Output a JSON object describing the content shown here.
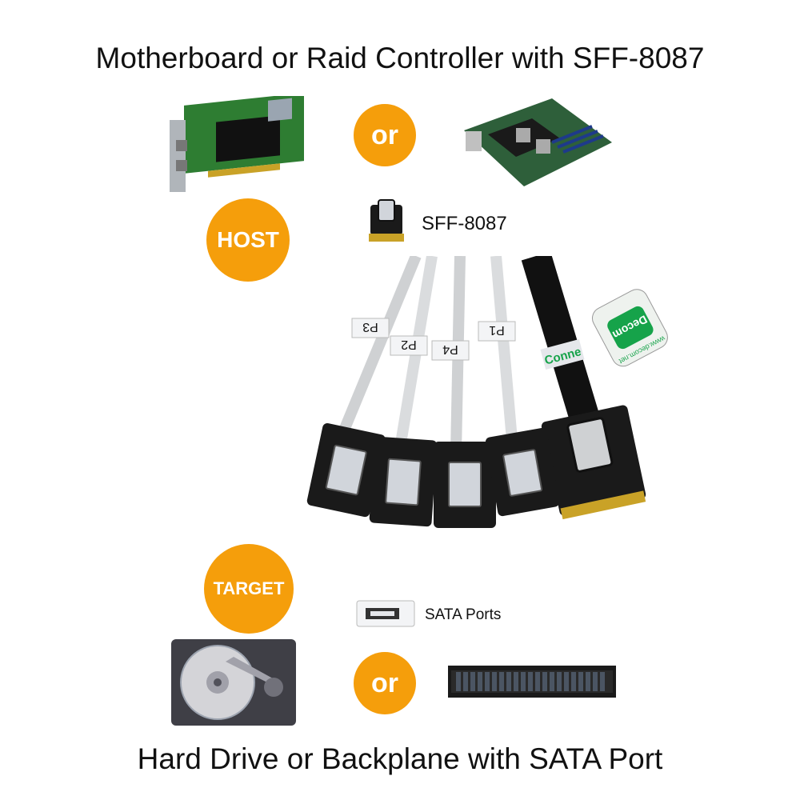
{
  "top_title": "Motherboard or Raid Controller with SFF-8087",
  "bottom_title": "Hard Drive or Backplane with SATA Port",
  "badges": {
    "or_top": "or",
    "or_bottom": "or",
    "host": "HOST",
    "target": "TARGET"
  },
  "labels": {
    "sff": "SFF-8087",
    "sata": "SATA Ports"
  },
  "cable_tags": {
    "p1": "P1",
    "p2": "P2",
    "p3": "P3",
    "p4": "P4",
    "brand_tube": "Decom",
    "brand_url": "www.decom.net",
    "sleeve_text": "Conne"
  },
  "colors": {
    "accent_orange": "#F59E0B",
    "connector_black": "#1a1a1a",
    "cable_silver": "#d9dadb",
    "brand_green": "#16a34a"
  },
  "icons": [
    "raid-card-icon",
    "motherboard-icon",
    "sff-8087-connector-icon",
    "sata-port-icon",
    "hard-drive-icon",
    "backplane-server-icon"
  ]
}
